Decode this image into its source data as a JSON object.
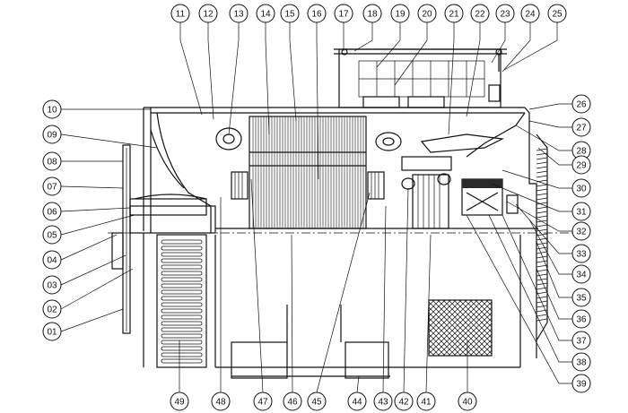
{
  "diagram": {
    "callouts_top": [
      "11",
      "12",
      "13",
      "14",
      "15",
      "16",
      "17",
      "18",
      "19",
      "20",
      "21",
      "22",
      "23",
      "24",
      "25"
    ],
    "callouts_left": [
      "10",
      "09",
      "08",
      "07",
      "06",
      "05",
      "04",
      "03",
      "02",
      "01"
    ],
    "callouts_right": [
      "26",
      "27",
      "28",
      "29",
      "30",
      "31",
      "32",
      "33",
      "34",
      "35",
      "36",
      "37",
      "38",
      "39"
    ],
    "callouts_bottom": [
      "49",
      "48",
      "47",
      "46",
      "45",
      "44",
      "43",
      "42",
      "41",
      "40"
    ]
  }
}
